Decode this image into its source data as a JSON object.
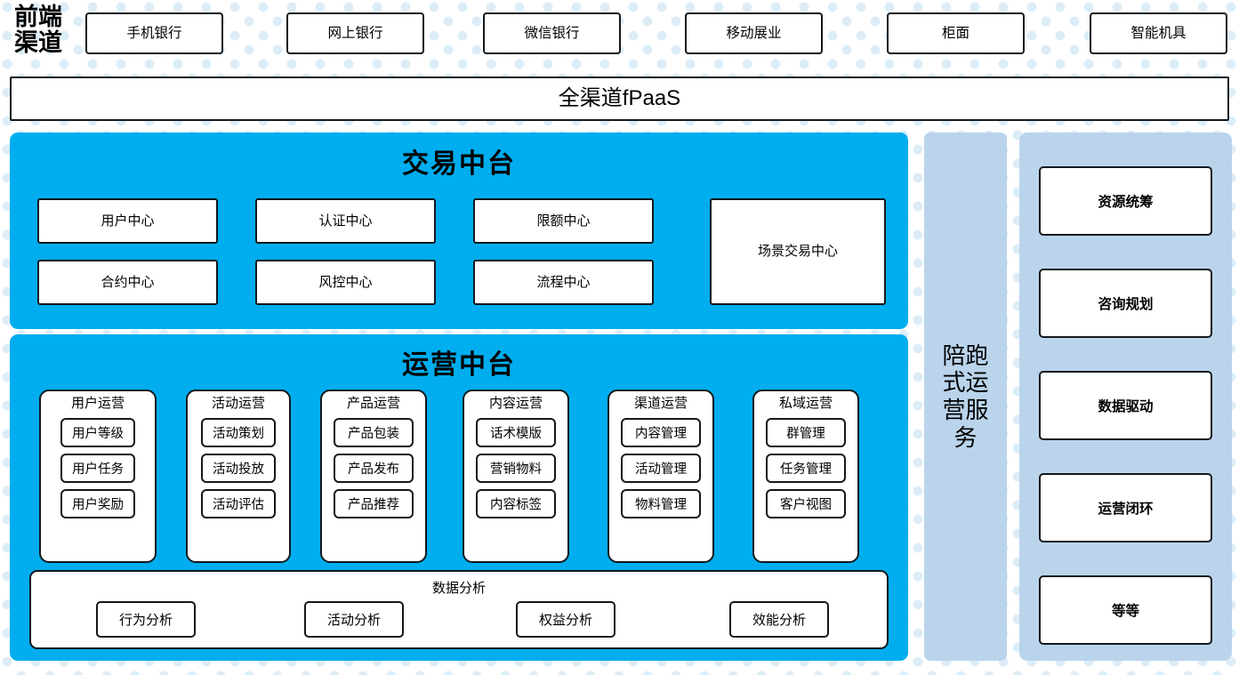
{
  "front_channel": {
    "label": "前端\n渠道",
    "boxes": [
      {
        "label": "手机银行"
      },
      {
        "label": "网上银行"
      },
      {
        "label": "微信银行"
      },
      {
        "label": "移动展业"
      },
      {
        "label": "柜面"
      },
      {
        "label": "智能机具"
      }
    ]
  },
  "fpaas": {
    "label": "全渠道fPaaS"
  },
  "trade_platform": {
    "title": "交易中台",
    "cards": [
      {
        "label": "用户中心"
      },
      {
        "label": "认证中心"
      },
      {
        "label": "限额中心"
      },
      {
        "label": "合约中心"
      },
      {
        "label": "风控中心"
      },
      {
        "label": "流程中心"
      },
      {
        "label": "场景交易中心"
      }
    ]
  },
  "ops_platform": {
    "title": "运营中台",
    "columns": [
      {
        "title": "用户运营",
        "items": [
          "用户等级",
          "用户任务",
          "用户奖励"
        ]
      },
      {
        "title": "活动运营",
        "items": [
          "活动策划",
          "活动投放",
          "活动评估"
        ]
      },
      {
        "title": "产品运营",
        "items": [
          "产品包装",
          "产品发布",
          "产品推荐"
        ]
      },
      {
        "title": "内容运营",
        "items": [
          "话术模版",
          "营销物料",
          "内容标签"
        ]
      },
      {
        "title": "渠道运营",
        "items": [
          "内容管理",
          "活动管理",
          "物料管理"
        ]
      },
      {
        "title": "私域运营",
        "items": [
          "群管理",
          "任务管理",
          "客户视图"
        ]
      }
    ],
    "data_analysis": {
      "title": "数据分析",
      "items": [
        "行为分析",
        "活动分析",
        "权益分析",
        "效能分析"
      ]
    }
  },
  "service_column": {
    "label": "陪跑式运营服务"
  },
  "capability_panel": {
    "items": [
      "资源统筹",
      "咨询规划",
      "数据驱动",
      "运营闭环",
      "等等"
    ]
  },
  "colors": {
    "cyan_panel": "#00adee",
    "light_blue_panel": "#bad4ec",
    "dot_blue": "#dcedf8",
    "border": "#14181c",
    "box_fill": "#ffffff"
  }
}
